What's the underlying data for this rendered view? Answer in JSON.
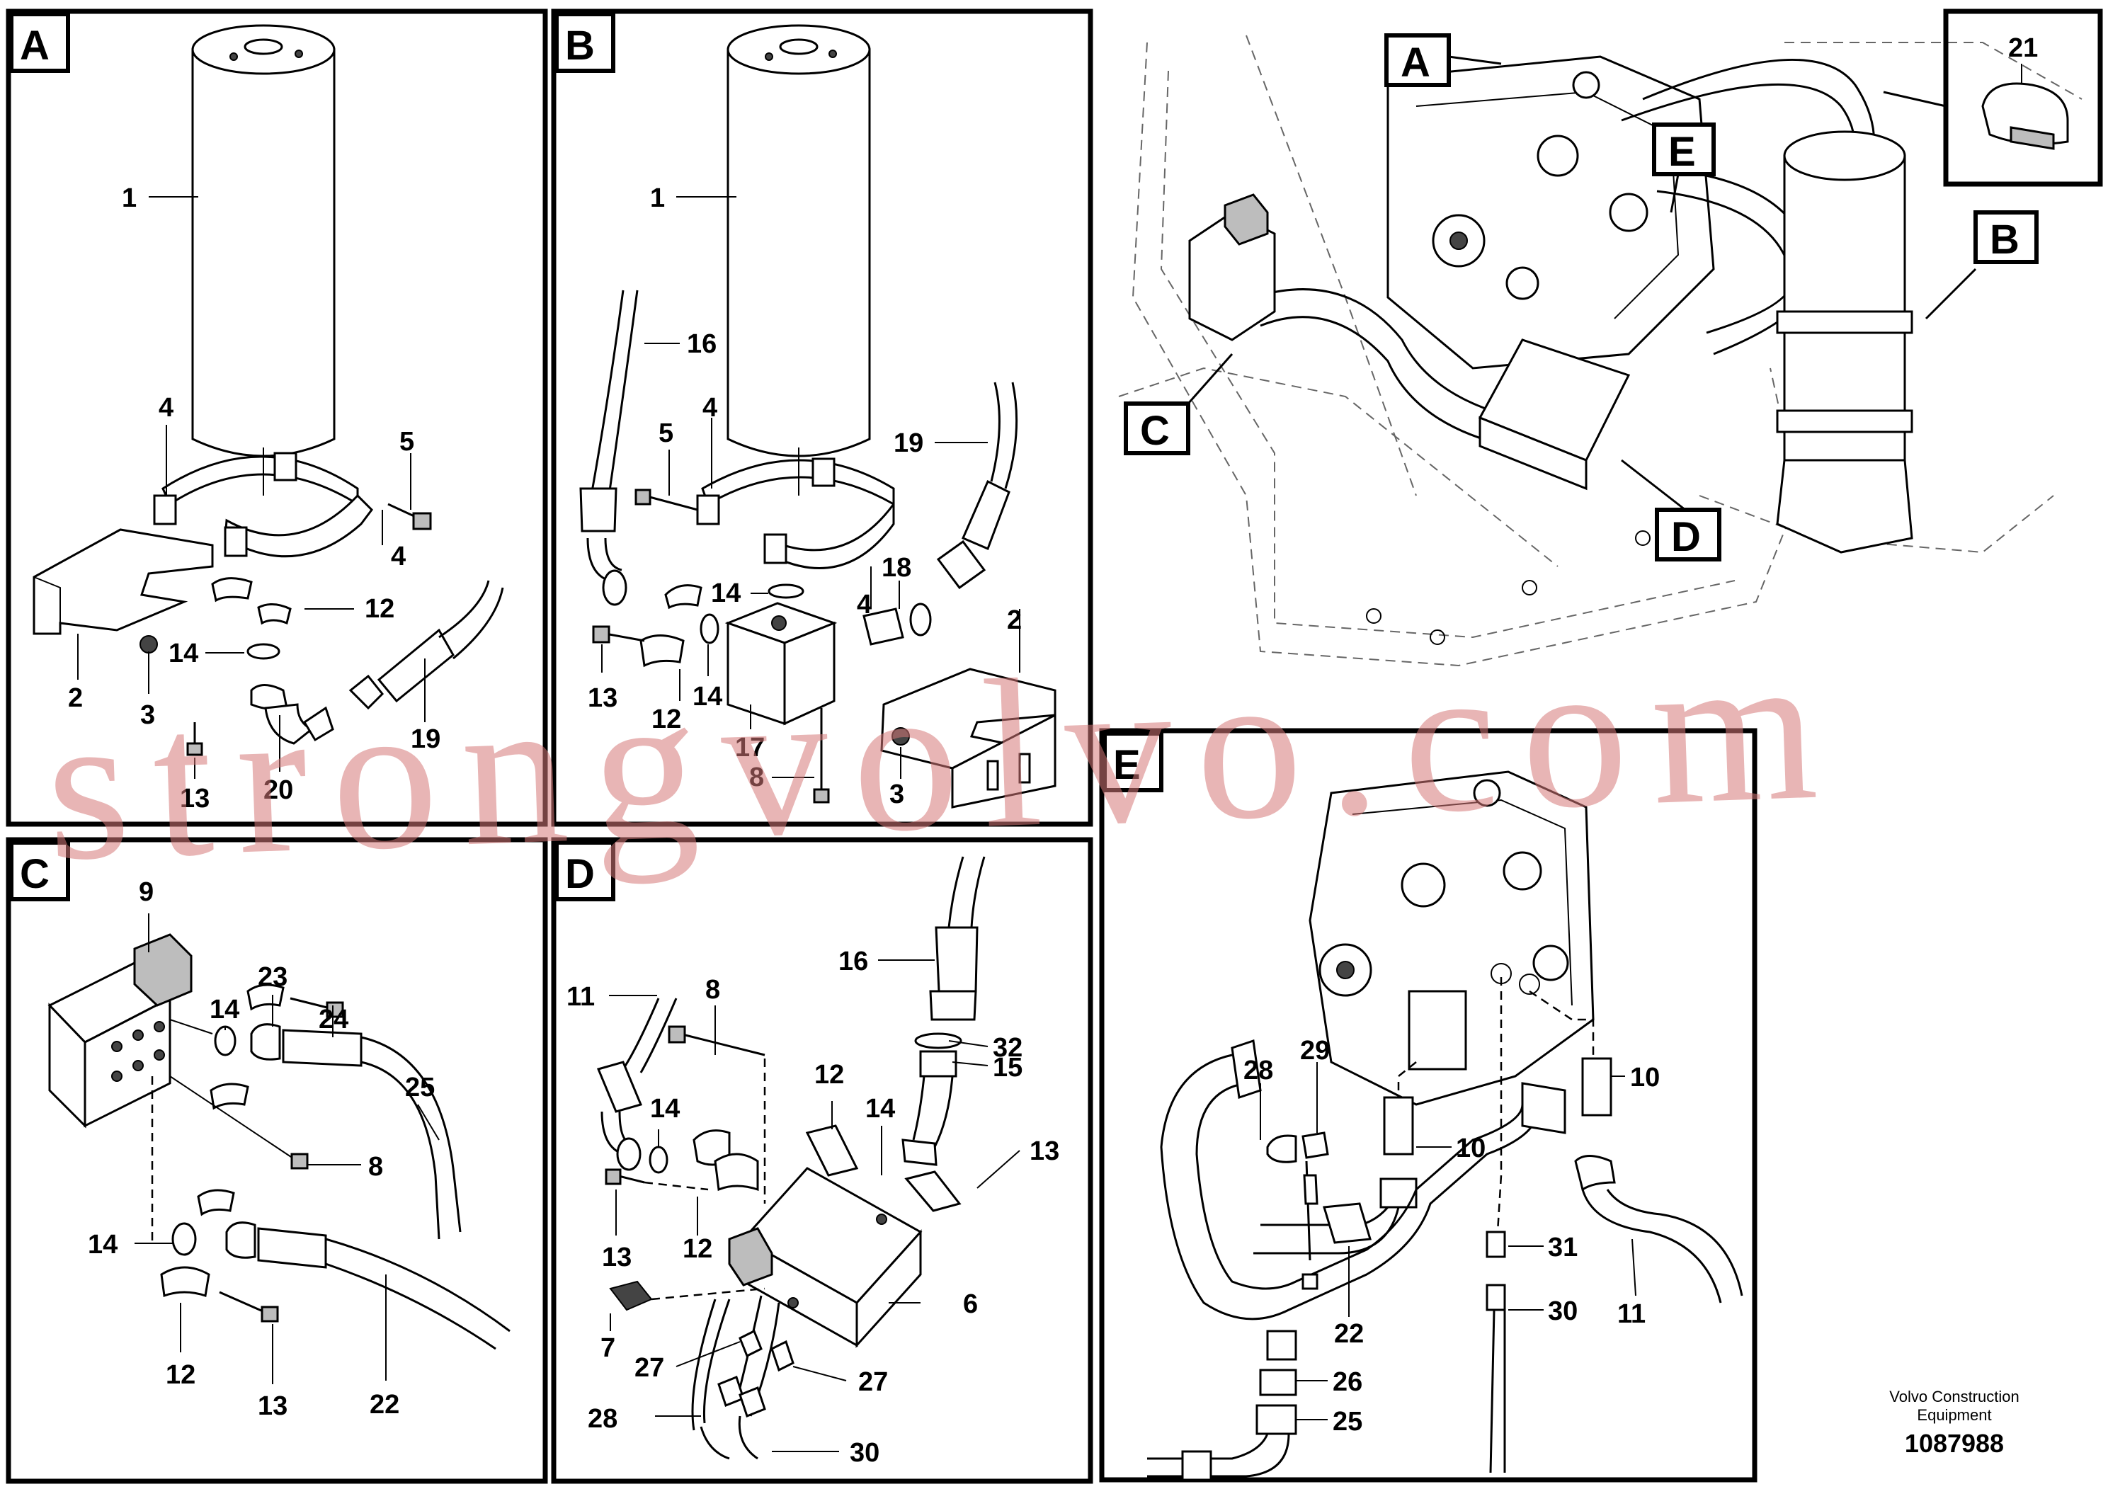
{
  "panels": {
    "A": {
      "letter": "A",
      "labels": [
        "1",
        "4",
        "5",
        "4",
        "12",
        "14",
        "2",
        "3",
        "13",
        "20",
        "19"
      ]
    },
    "B": {
      "letter": "B",
      "labels": [
        "1",
        "16",
        "4",
        "5",
        "19",
        "14",
        "18",
        "13",
        "12",
        "14",
        "4",
        "2",
        "17",
        "8",
        "3"
      ]
    },
    "C": {
      "letter": "C",
      "labels": [
        "9",
        "23",
        "14",
        "24",
        "25",
        "8",
        "14",
        "12",
        "13",
        "22"
      ]
    },
    "D": {
      "letter": "D",
      "labels": [
        "16",
        "11",
        "8",
        "32",
        "15",
        "12",
        "14",
        "14",
        "13",
        "13",
        "12",
        "6",
        "7",
        "27",
        "27",
        "28",
        "30"
      ]
    },
    "E": {
      "letter": "E",
      "labels": [
        "28",
        "29",
        "10",
        "10",
        "11",
        "31",
        "22",
        "30",
        "26",
        "25"
      ]
    },
    "overview": {
      "tags": [
        "A",
        "B",
        "C",
        "D",
        "E"
      ],
      "inset_label": "21"
    }
  },
  "watermark": "strongvolvo.com",
  "footer": {
    "company_line1": "Volvo Construction",
    "company_line2": "Equipment",
    "doc_number": "1087988"
  }
}
